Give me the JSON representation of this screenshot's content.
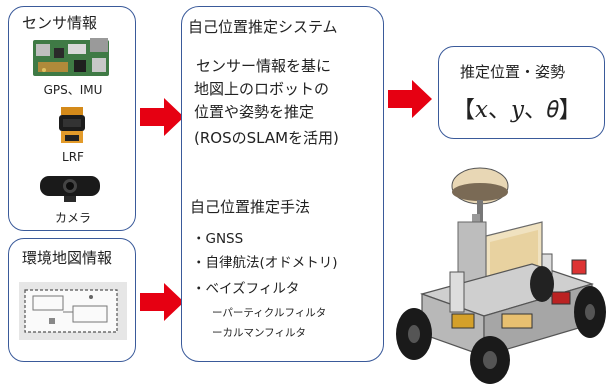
{
  "sensor_box": {
    "title": "センサ情報",
    "items": [
      {
        "label": "GPS、IMU",
        "icon": "gps-imu-board-icon"
      },
      {
        "label": "LRF",
        "icon": "lrf-sensor-icon"
      },
      {
        "label": "カメラ",
        "icon": "camera-icon"
      }
    ]
  },
  "map_box": {
    "title": "環境地図情報",
    "icon": "environment-map-icon"
  },
  "system_box": {
    "title": "自己位置推定システム",
    "description": [
      "センサー情報を基に",
      "地図上のロボットの",
      "位置や姿勢を推定",
      "(ROSのSLAMを活用)"
    ],
    "methods_title": "自己位置推定手法",
    "methods": [
      "・GNSS",
      "・自律航法(オドメトリ)",
      "・ベイズフィルタ"
    ],
    "sub_methods": [
      "ーパーティクルフィルタ",
      "ーカルマンフィルタ"
    ]
  },
  "output_box": {
    "title": "推定位置・姿勢",
    "formula": "【𝑥、𝑦、𝜃】"
  },
  "robot": {
    "icon": "robot-vehicle-icon"
  },
  "colors": {
    "border": "#3a5a9a",
    "arrow": "#e60012"
  }
}
